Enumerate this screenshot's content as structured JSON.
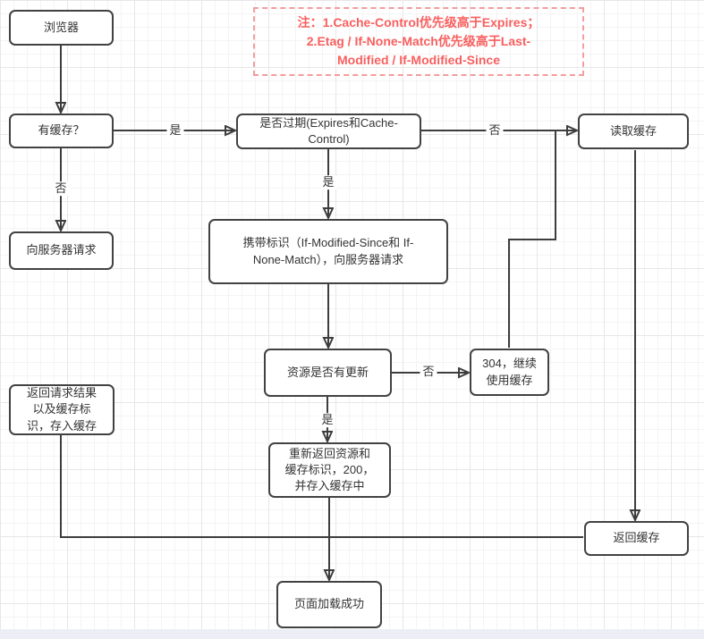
{
  "note": {
    "text": "注：1.Cache-Control优先级高于Expires；\n2.Etag / If-None-Match优先级高于Last-\nModified / If-Modified-Since"
  },
  "nodes": {
    "browser": {
      "label": "浏览器"
    },
    "has_cache": {
      "label": "有缓存？"
    },
    "expired": {
      "label": "是否过期(Expires和Cache-\nControl)"
    },
    "read_cache": {
      "label": "读取缓存"
    },
    "request_server": {
      "label": "向服务器请求"
    },
    "carry_id": {
      "label": "携带标识（If-Modified-Since和 If-\nNone-Match），向服务器请求"
    },
    "resource_updated": {
      "label": "资源是否有更新"
    },
    "status_304": {
      "label": "304，继续\n使用缓存"
    },
    "return_result": {
      "label": "返回请求结果\n以及缓存标\n识，存入缓存"
    },
    "re_return": {
      "label": "重新返回资源和\n缓存标识，200，\n并存入缓存中"
    },
    "return_cache": {
      "label": "返回缓存"
    },
    "page_loaded": {
      "label": "页面加载成功"
    }
  },
  "edge_labels": {
    "has_cache_yes": "是",
    "has_cache_no": "否",
    "expired_no": "否",
    "expired_yes": "是",
    "updated_no": "否",
    "updated_yes": "是"
  },
  "colors": {
    "connector_line": "#3d3d3d",
    "box_border": "#424242",
    "box_text": "#333333",
    "note_text": "#f95f5f",
    "note_border": "#f49d9d",
    "grid_minor": "#f4f4f4",
    "grid_major": "#e7e7e7",
    "bottom_band": "#ebeff5"
  }
}
